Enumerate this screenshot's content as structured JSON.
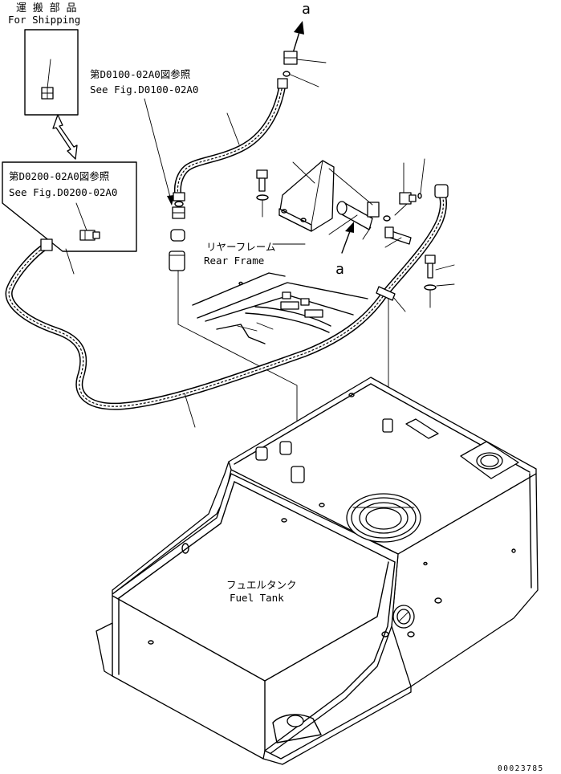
{
  "labels": {
    "for_shipping_jp": "運 搬 部 品",
    "for_shipping_en": "For Shipping",
    "see_fig_d0100_jp": "第D0100-02A0図参照",
    "see_fig_d0100_en": "See Fig.D0100-02A0",
    "see_fig_d0200_jp": "第D0200-02A0図参照",
    "see_fig_d0200_en": "See Fig.D0200-02A0",
    "rear_frame_jp": "リヤーフレーム",
    "rear_frame_en": "Rear Frame",
    "fuel_tank_jp": "フュエルタンク",
    "fuel_tank_en": "Fuel Tank",
    "arrow_ref_top": "a",
    "arrow_ref_mid": "a",
    "drawing_number": "00023785"
  },
  "icons": {
    "double_arrow": "double-headed-arrow-icon",
    "direction_arrow": "direction-arrow-icon"
  },
  "colors": {
    "line": "#000000",
    "background": "#ffffff"
  }
}
